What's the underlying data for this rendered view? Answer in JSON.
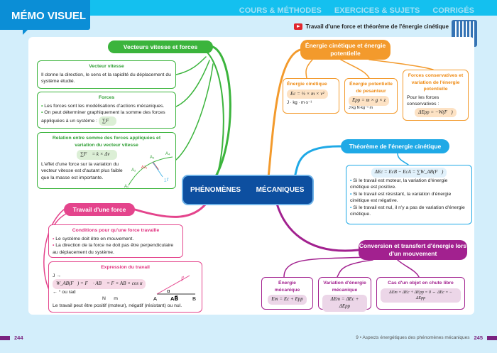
{
  "header": {
    "section": "MÉMO VISUEL",
    "nav": [
      "COURS & MÉTHODES",
      "EXERCICES & SUJETS",
      "CORRIGÉS"
    ],
    "video_title": "Travail d'une force et théorème de l'énergie cinétique",
    "video_icon": "video-play-icon",
    "qr_icon": "qr-code"
  },
  "colors": {
    "green": "#3bb43c",
    "pink": "#e4448c",
    "orange": "#f39a2c",
    "blue": "#1fa9e6",
    "purple": "#a2218f",
    "center": "#0d4fa0"
  },
  "center": {
    "left": "PHÉNOMÈNES",
    "right": "MÉCANIQUES"
  },
  "vecteurs": {
    "title": "Vecteurs vitesse et forces",
    "vitesse": {
      "title": "Vecteur vitesse",
      "text": "Il donne la direction, le sens et la rapidité du déplacement du système étudié."
    },
    "forces": {
      "title": "Forces",
      "items": [
        "Les forces sont les modélisations d'actions mécaniques.",
        "On peut déterminer graphiquement la somme des forces appliquées à un système :"
      ],
      "formula": "∑F⃗"
    },
    "relation": {
      "title": "Relation entre somme des forces appliquées et variation du vecteur vitesse",
      "formula": "∑F⃗ = k × Δv⃗",
      "text": "L'effet d'une force sur la variation du vecteur vitesse est d'autant plus faible que la masse est importante.",
      "diagram_labels": [
        "A₁",
        "A₂",
        "A₃",
        "A₄",
        "Δv⃗₃",
        "∑F⃗"
      ]
    }
  },
  "travail": {
    "title": "Travail d'une force",
    "conditions": {
      "title": "Conditions pour qu'une force travaille",
      "items": [
        "Le système doit être en mouvement.",
        "La direction de la force ne doit pas être perpendiculaire au déplacement du système."
      ]
    },
    "expression": {
      "title": "Expression du travail",
      "formula": "W_AB(F⃗) = F⃗ · AB⃗ = F × AB × cos α",
      "unit_left": "J",
      "unit_right": "° ou rad",
      "under": [
        "N",
        "m"
      ],
      "diagram_labels": [
        "F⃗",
        "α",
        "A",
        "AB⃗",
        "B"
      ],
      "text": "Le travail peut être positif (moteur), négatif (résistant) ou nul."
    }
  },
  "energie": {
    "title": "Énergie cinétique et énergie potentielle",
    "cinetique": {
      "title": "Énergie cinétique",
      "formula": "Ec = ½ × m × v²",
      "units": [
        "J",
        "kg",
        "m·s⁻¹"
      ]
    },
    "potentielle": {
      "title": "Énergie potentielle de pesanteur",
      "formula": "Epp = m × g × z",
      "units": [
        "J",
        "kg",
        "N·kg⁻¹",
        "m"
      ]
    },
    "conservatives": {
      "title": "Forces conservatives et variation de l'énergie potentielle",
      "text": "Pour les forces conservatives :",
      "formula": "ΔEpp = −W(F⃗)"
    }
  },
  "theoreme": {
    "title": "Théorème de l'énergie cinétique",
    "formula": "ΔEc = EcB − EcA = ∑W_AB(F⃗)",
    "items": [
      "Si le travail est moteur, la variation d'énergie cinétique est positive.",
      "Si le travail est résistant, la variation d'énergie cinétique est négative.",
      "Si le travail est nul, il n'y a pas de variation d'énergie cinétique."
    ]
  },
  "conversion": {
    "title": "Conversion et transfert d'énergie lors d'un mouvement",
    "boxes": [
      {
        "title": "Énergie mécanique",
        "formula": "Em = Ec + Epp"
      },
      {
        "title": "Variation d'énergie mécanique",
        "formula": "ΔEm = ΔEc + ΔEpp"
      },
      {
        "title": "Cas d'un objet en chute libre",
        "formula": "ΔEm = ΔEc + ΔEpp = 0 ⇔ ΔEc = − ΔEpp"
      }
    ]
  },
  "footer": {
    "left_page": "244",
    "chapter": "9 • Aspects énergétiques des phénomènes mécaniques",
    "right_page": "245"
  }
}
